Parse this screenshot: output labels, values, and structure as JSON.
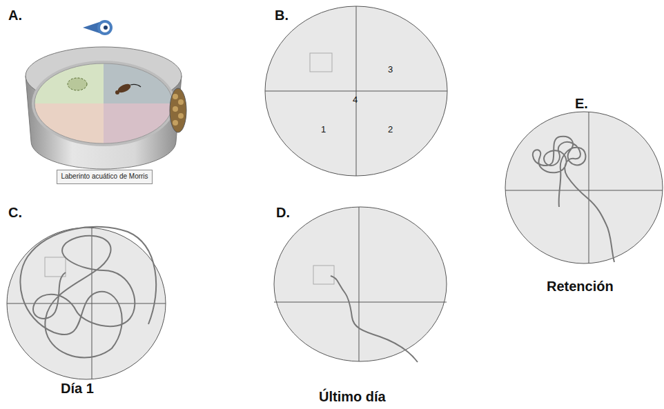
{
  "diagram": {
    "nodes": [
      {
        "text": [
          "Laberinto acuático de Morris"
        ]
      }
    ],
    "labels": [
      "A.",
      "B.",
      "C.",
      "D.",
      "E.",
      "3",
      "4",
      "1",
      "2",
      "Día 1",
      "Último día",
      "Retención"
    ]
  }
}
